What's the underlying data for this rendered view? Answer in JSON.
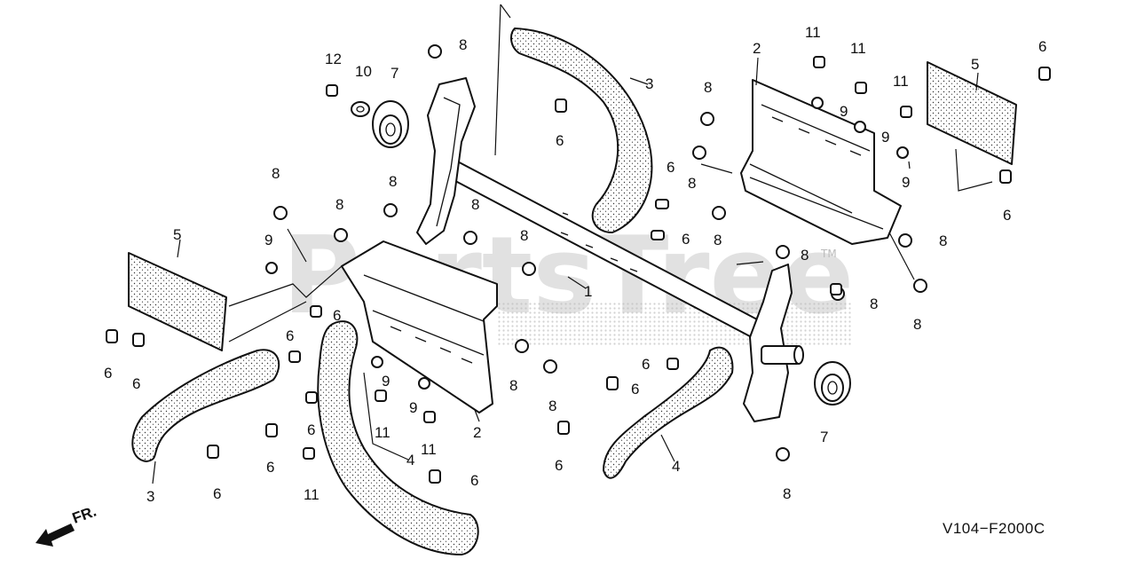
{
  "watermark": {
    "text": "PartsTree",
    "trademark": "TM"
  },
  "diagram_code": "V104−F2000C",
  "front_indicator": "FR.",
  "callouts": {
    "shaft": "1",
    "scraper_top": "2",
    "scraper_bottom": "2",
    "blade_top": "3",
    "blade_left": "3",
    "blade_mid": "4",
    "blade_right": "4",
    "pad_left": "5",
    "pad_right": "5",
    "bolt_6": "6",
    "bearing_7": "7",
    "nut_8": "8",
    "washer_9": "9",
    "washer_10": "10",
    "bolt_11": "11",
    "bolt_12": "12"
  }
}
